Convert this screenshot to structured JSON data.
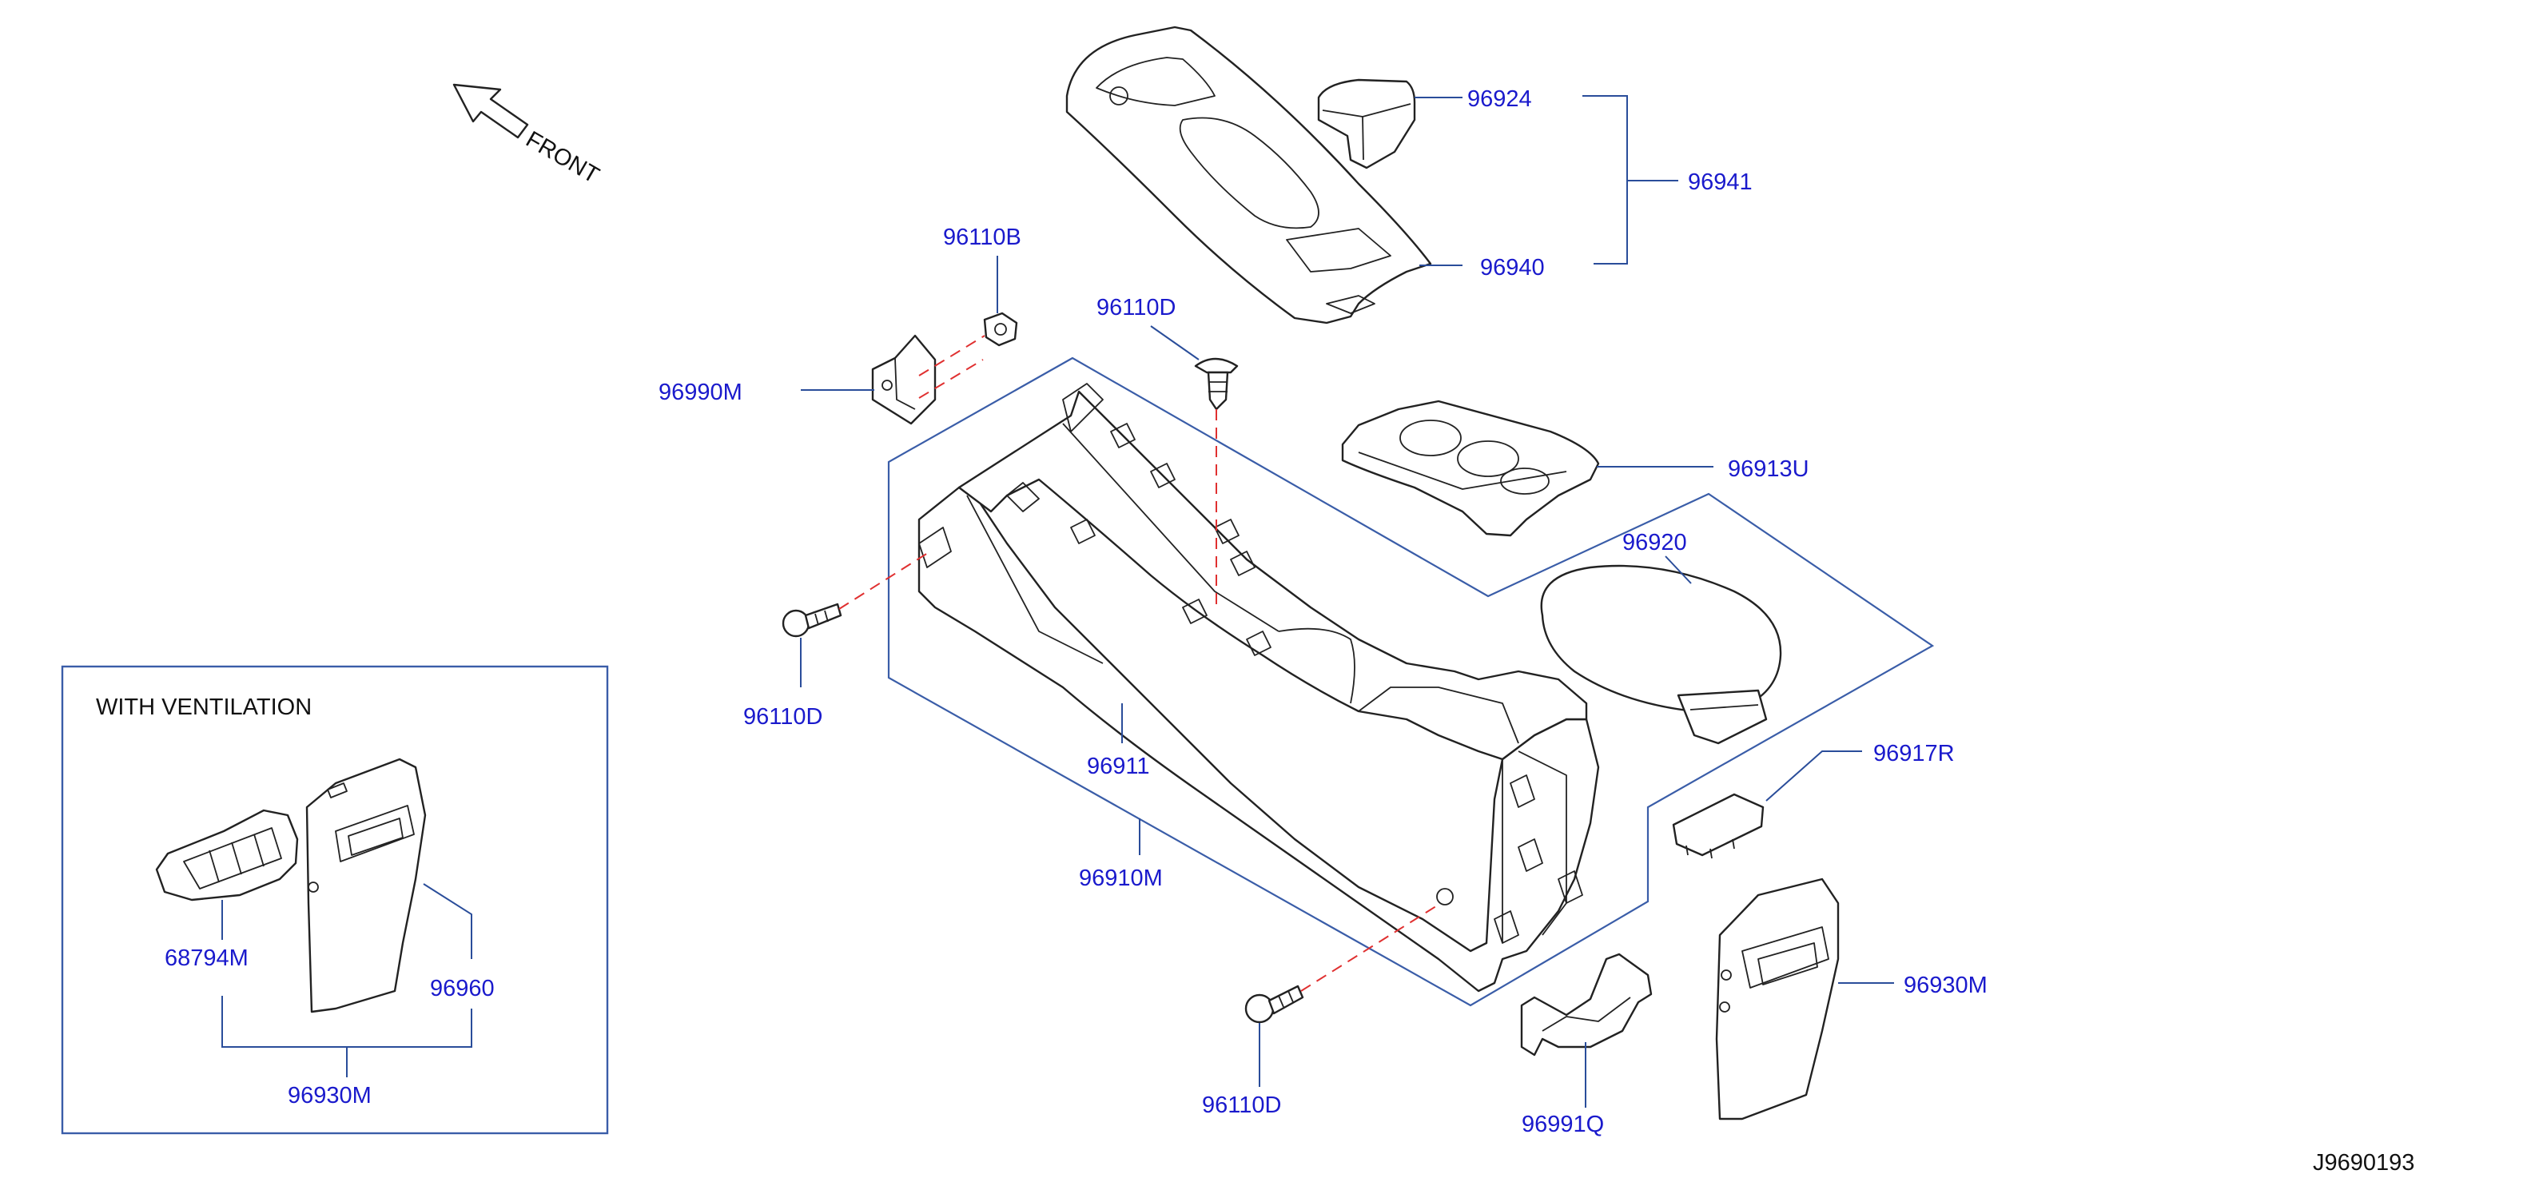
{
  "labels": {
    "p96924": "96924",
    "p96941": "96941",
    "p96940": "96940",
    "p96110B": "96110B",
    "p96110D_top": "96110D",
    "p96990M": "96990M",
    "p96913U": "96913U",
    "p96920": "96920",
    "p96110D_left": "96110D",
    "p96911": "96911",
    "p96917R": "96917R",
    "p96910M": "96910M",
    "p96930M_right": "96930M",
    "p96110D_bottom": "96110D",
    "p96991Q": "96991Q",
    "p68794M": "68794M",
    "p96960": "96960",
    "p96930M_inset": "96930M"
  },
  "front_label": "FRONT",
  "inset_title": "WITH   VENTILATION",
  "diagram_code": "J9690193",
  "colors": {
    "label": "#1a1acc",
    "leader": "#2a4d9a",
    "hidden_line": "#e03030",
    "part_stroke": "#222222"
  }
}
